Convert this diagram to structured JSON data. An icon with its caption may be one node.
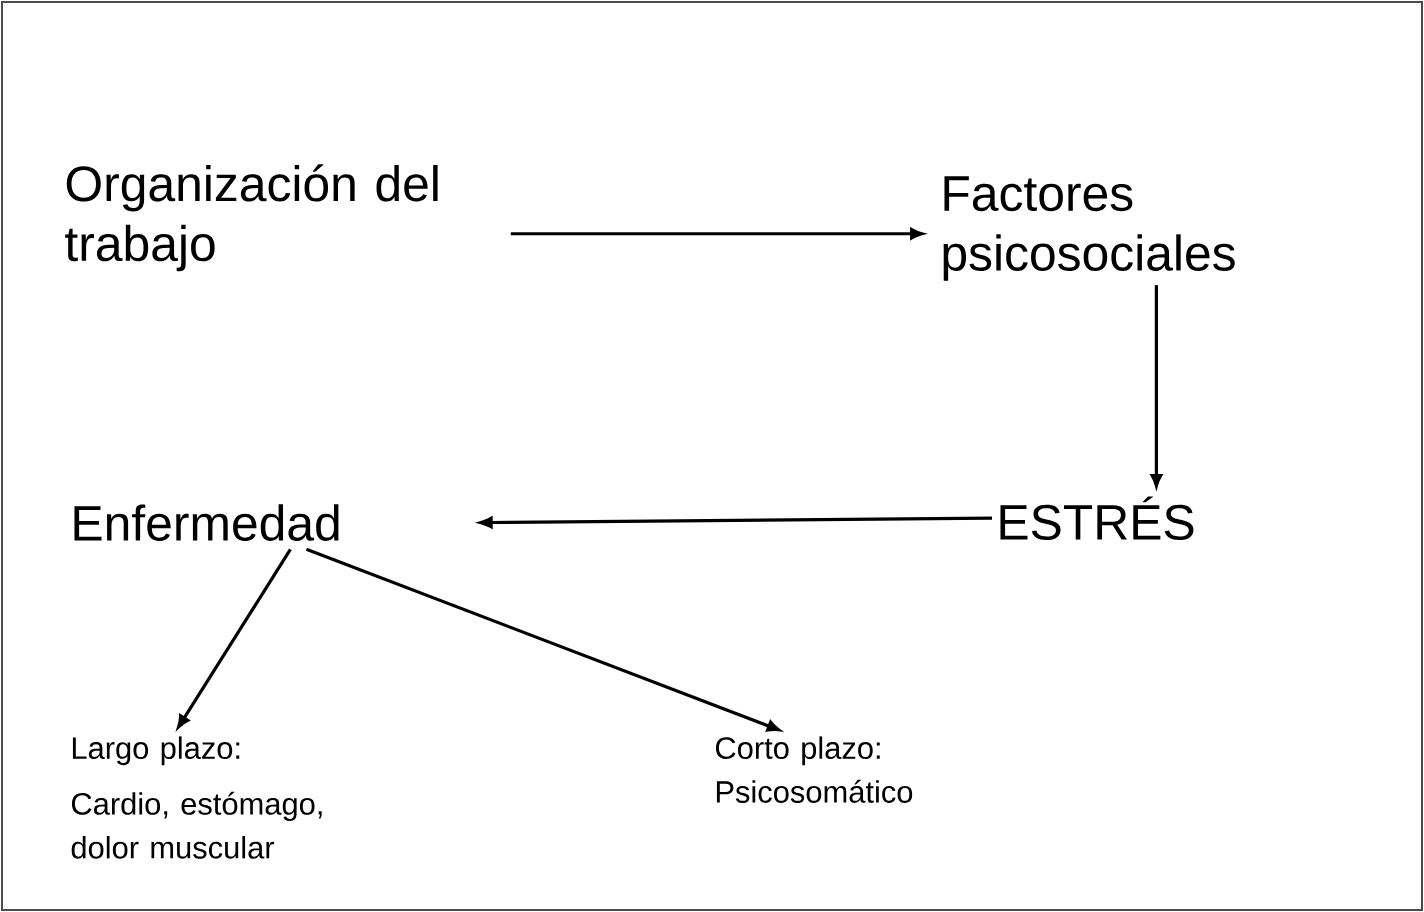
{
  "diagram": {
    "nodes": [
      {
        "text": [
          "Organización del trabajo"
        ]
      },
      {
        "text": [
          "Factores psicosociales"
        ]
      },
      {
        "text": [
          "ESTRÉS"
        ]
      },
      {
        "text": [
          "Enfermedad"
        ]
      },
      {
        "text": [
          "Largo plazo:",
          "Cardio, estómago, dolor muscular"
        ]
      },
      {
        "text": [
          "Corto plazo: Psicosomático"
        ]
      }
    ],
    "edges": [
      {
        "from": 0,
        "to": 1,
        "arrow": "to"
      },
      {
        "from": 1,
        "to": 2,
        "arrow": "to"
      },
      {
        "from": 2,
        "to": 3,
        "arrow": "to"
      },
      {
        "from": 3,
        "to": 4,
        "arrow": "to"
      },
      {
        "from": 3,
        "to": 5,
        "arrow": "to"
      }
    ]
  }
}
